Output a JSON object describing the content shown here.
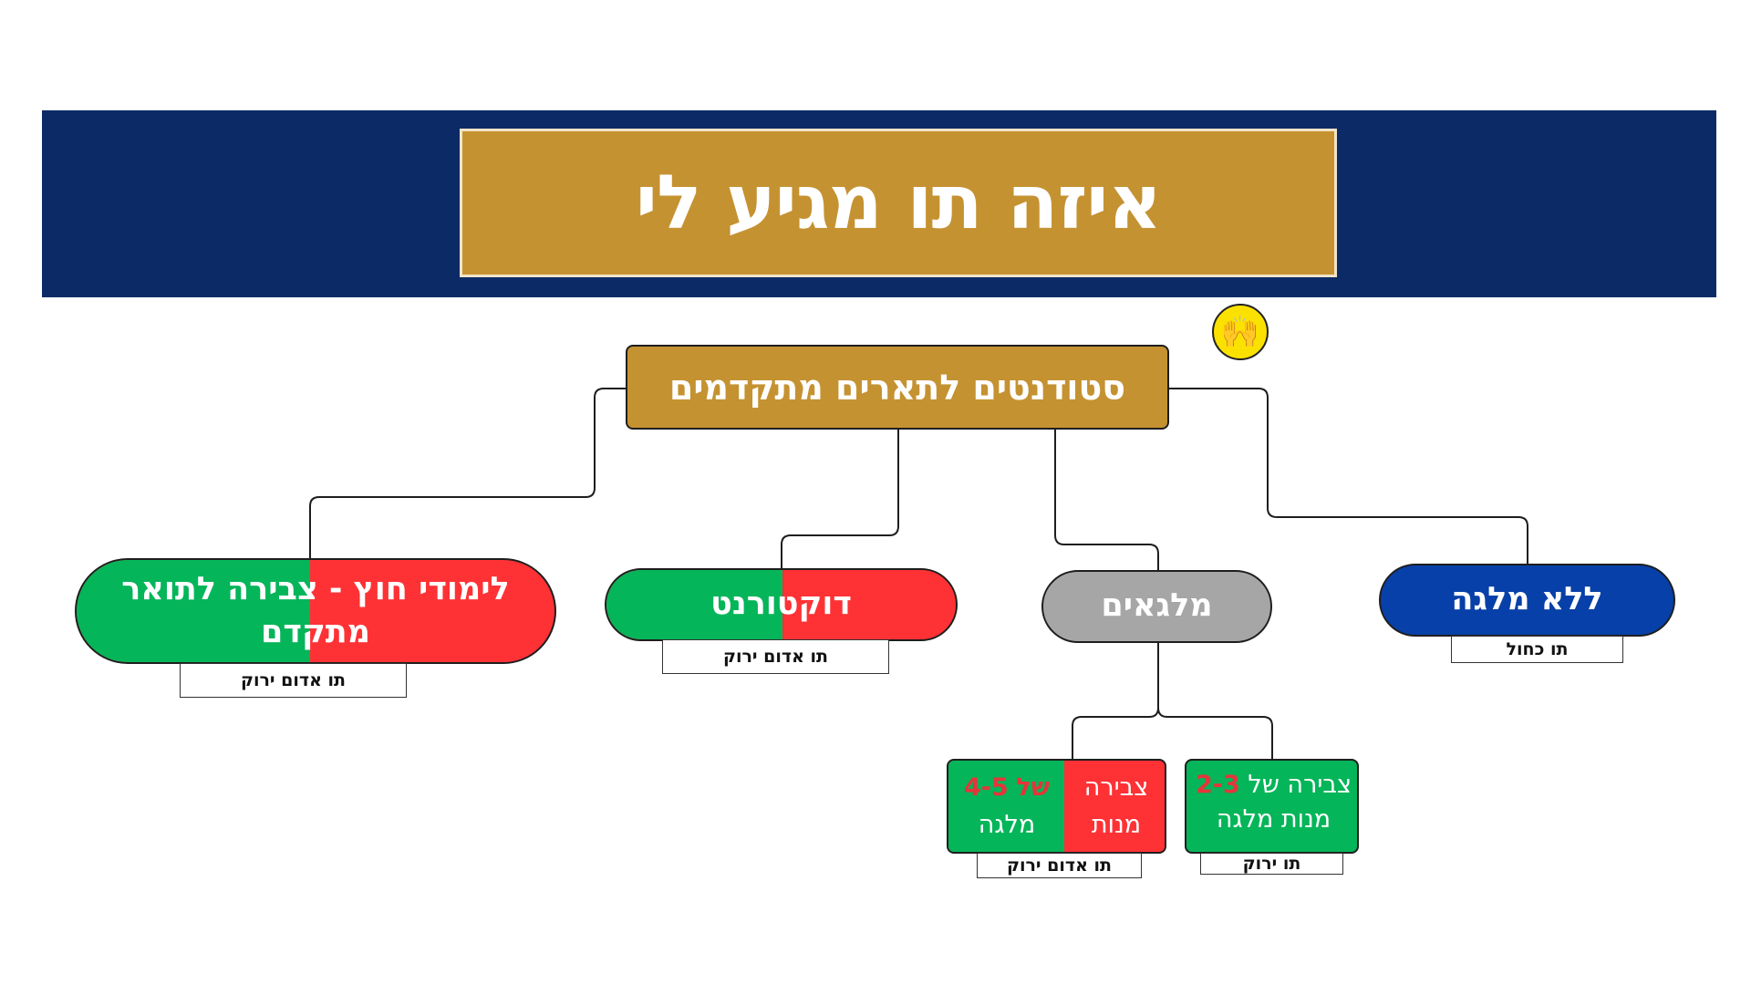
{
  "title": "איזה תו מגיע לי",
  "root": {
    "label": "סטודנטים לתארים מתקדמים"
  },
  "emoji": {
    "icon": "raised-hands-icon",
    "glyph": "🙌"
  },
  "colors": {
    "navy": "#0c2b66",
    "gold": "#c59232",
    "green": "#05b559",
    "red": "#fe3235",
    "gray": "#a6a6a6",
    "blue": "#0740a8"
  },
  "nodes": {
    "external": {
      "label": "לימודי חוץ - צבירה לתואר מתקדם",
      "tag": "תו אדום ירוק"
    },
    "doctorate": {
      "label": "דוקטורנט",
      "tag": "תו אדום ירוק"
    },
    "scholarship": {
      "label": "מלגאים"
    },
    "no_scholarship": {
      "label": "ללא מלגה",
      "tag": "תו כחול"
    }
  },
  "sub_nodes": {
    "accum_4_5": {
      "line1_prefix": "צבירה",
      "line2_prefix": "מנות",
      "highlight": "4-5",
      "word_of": "של",
      "suffix": "מלגה",
      "tag": "תו אדום ירוק"
    },
    "accum_2_3": {
      "prefix": "צבירה של",
      "highlight": "2-3",
      "line2": "מנות מלגה",
      "tag": "תו ירוק"
    }
  }
}
